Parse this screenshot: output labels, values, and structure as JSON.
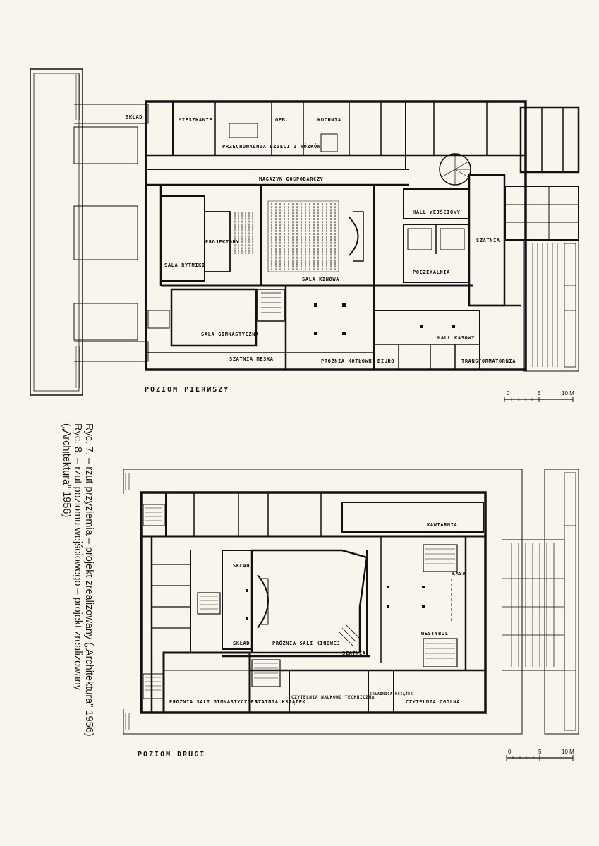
{
  "plan1": {
    "title": "POZIOM PIERWSZY",
    "rooms": {
      "sklad": "SKŁAD",
      "mieszkanie": "MIESZKANIE",
      "kuchnia": "KUCHNIA",
      "opb": "OPB.",
      "przechowalnia": "PRZECHOWALNIA DZIECI I WÓZKÓW",
      "magazyn": "MAGAZYN GOSPODARCZY",
      "sala_rytmiki": "SALA RYTMIKI",
      "projektory": "PROJEKTORY",
      "sala_kinowa": "SALA KINOWA",
      "hall_wejsciowy": "HALL WEJŚCIOWY",
      "szatnia": "SZATNIA",
      "poczekalnia": "POCZEKALNIA",
      "sala_gimnastyczna": "SALA GIMNASTYCZNA",
      "szatnia_meska": "SZATNIA MĘSKA",
      "proznia_kotlowni": "PRÓŻNIA KOTŁOWNI",
      "biuro": "BIURO",
      "hall_kasowy": "HALL KASOWY",
      "transformatornia": "TRANSFORMATORNIA"
    },
    "scale": {
      "zero": "0",
      "mid": "5",
      "end": "10 M"
    }
  },
  "plan2": {
    "title": "POZIOM DRUGI",
    "rooms": {
      "kawiarnia": "KAWIARNIA",
      "sklad_a": "SKŁAD",
      "sklad_b": "SKŁAD",
      "kasa": "KASA",
      "westybul": "WESTYBUL",
      "proznia_sali_kinowej": "PRÓŻNIA SALI KINOWEJ",
      "szatnia": "SZATNIA",
      "proznia_sali_gimnastycznej": "PRÓŻNIA SALI GIMNASTYCZNEJ",
      "szatnia_ksiazek": "SZATNIA KSIĄŻEK",
      "czytelnia_naukowo": "CZYTELNIA NAUKOWO TECHNICZNA",
      "skladnica_ksiazek": "SKŁADNICA KSIĄŻEK",
      "czytelnia_ogolna": "CZYTELNIA OGÓLNA"
    },
    "scale": {
      "zero": "0",
      "mid": "5",
      "end": "10 M"
    }
  },
  "caption": {
    "line1": "Ryc. 7. – rzut przyziemia – projekt zrealizowany („Architektura\" 1956)",
    "line2": "Ryc. 8. – rzut poziomu wejściowego – projekt zrealizowany",
    "line3": "(„Architektura\" 1956)"
  },
  "colors": {
    "paper": "#f7f5ec",
    "ink": "#111111"
  }
}
